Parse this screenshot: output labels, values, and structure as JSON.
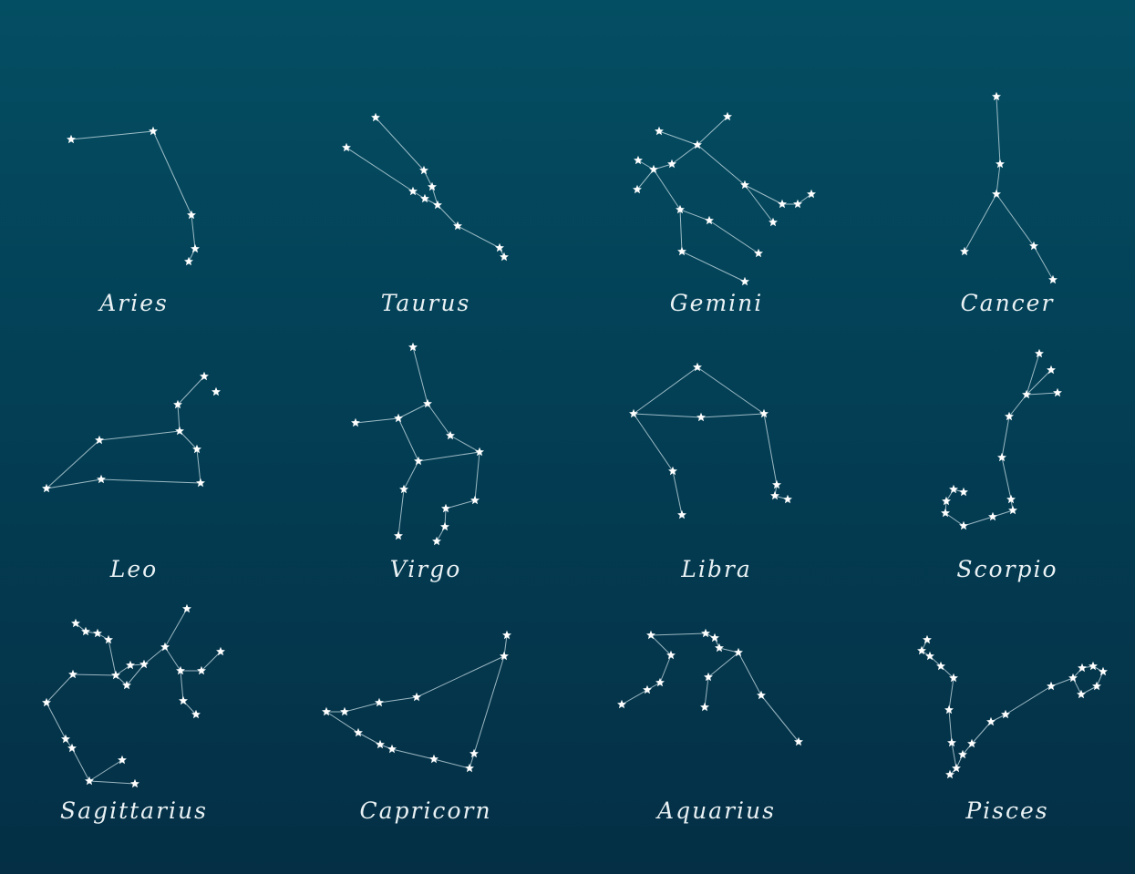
{
  "page": {
    "background_top": "#044e63",
    "background_bottom": "#042f45",
    "line_color": "#cfe3ea",
    "star_color": "#ffffff"
  },
  "constellations": [
    {
      "name": "Aries"
    },
    {
      "name": "Taurus"
    },
    {
      "name": "Gemini"
    },
    {
      "name": "Cancer"
    },
    {
      "name": "Leo"
    },
    {
      "name": "Virgo"
    },
    {
      "name": "Libra"
    },
    {
      "name": "Scorpio"
    },
    {
      "name": "Sagittarius"
    },
    {
      "name": "Capricorn"
    },
    {
      "name": "Aquarius"
    },
    {
      "name": "Pisces"
    }
  ]
}
